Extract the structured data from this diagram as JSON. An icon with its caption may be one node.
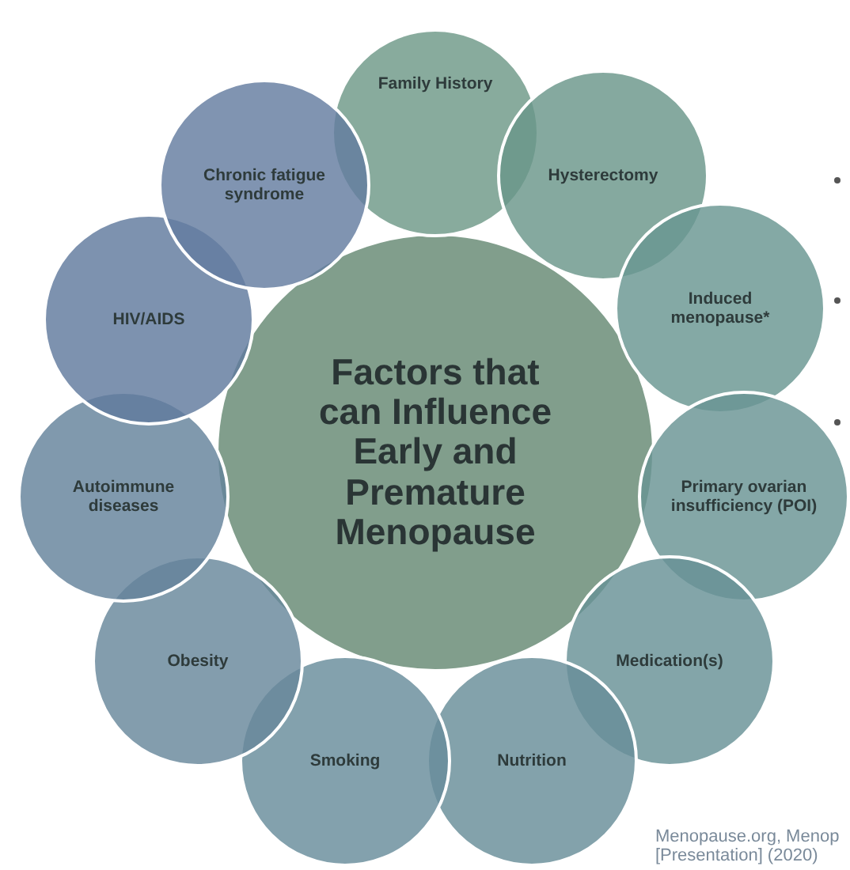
{
  "diagram": {
    "nodes": [
      {
        "text": [
          "Factors that can Influence Early and Premature Menopause"
        ]
      },
      {
        "text": [
          "Family History"
        ]
      },
      {
        "text": [
          "Hysterectomy"
        ]
      },
      {
        "text": [
          "Induced menopause*"
        ]
      },
      {
        "text": [
          "Primary ovarian insufficiency (POI)"
        ]
      },
      {
        "text": [
          "Medication(s)"
        ]
      },
      {
        "text": [
          "Nutrition"
        ]
      },
      {
        "text": [
          "Smoking"
        ]
      },
      {
        "text": [
          "Obesity"
        ]
      },
      {
        "text": [
          "Autoimmune diseases"
        ]
      },
      {
        "text": [
          "HIV/AIDS"
        ]
      },
      {
        "text": [
          "Chronic fatigue syndrome"
        ]
      }
    ],
    "labels": [
      "Menopause.org, Menop",
      "[Presentation] (2020)"
    ]
  }
}
